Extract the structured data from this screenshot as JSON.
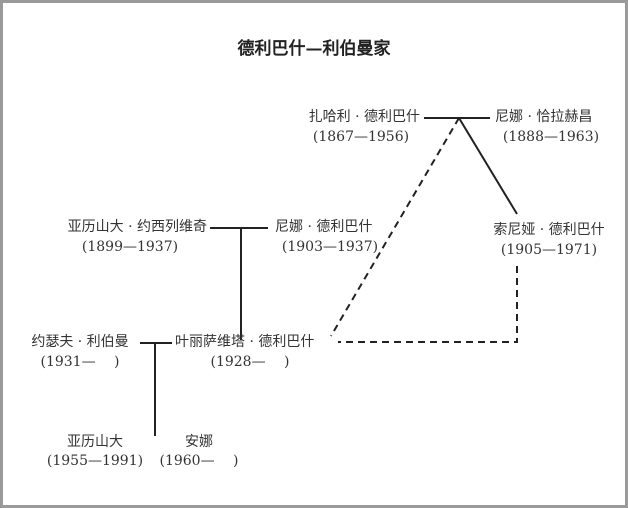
{
  "title": "德利巴什—利伯曼家",
  "people": {
    "zahari": {
      "name": "扎哈利 · 德利巴什",
      "years": "(1867—1956)"
    },
    "nina_chalahechang": {
      "name": "尼娜 · 恰拉赫昌",
      "years": "(1888—1963)"
    },
    "alexander_yosi": {
      "name": "亚历山大 · 约西列维奇",
      "years": "(1899—1937)"
    },
    "nina_delibash": {
      "name": "尼娜 · 德利巴什",
      "years": "(1903—1937)"
    },
    "sonia": {
      "name": "索尼娅 · 德利巴什",
      "years": "(1905—1971)"
    },
    "joseph": {
      "name": "约瑟夫 · 利伯曼",
      "years": "(1931—　 )"
    },
    "elisaveta": {
      "name": "叶丽萨维塔 · 德利巴什",
      "years": "(1928—　 )"
    },
    "alexander": {
      "name": "亚历山大",
      "years": "(1955—1991)"
    },
    "anna": {
      "name": "安娜",
      "years": "(1960—　 )"
    }
  }
}
